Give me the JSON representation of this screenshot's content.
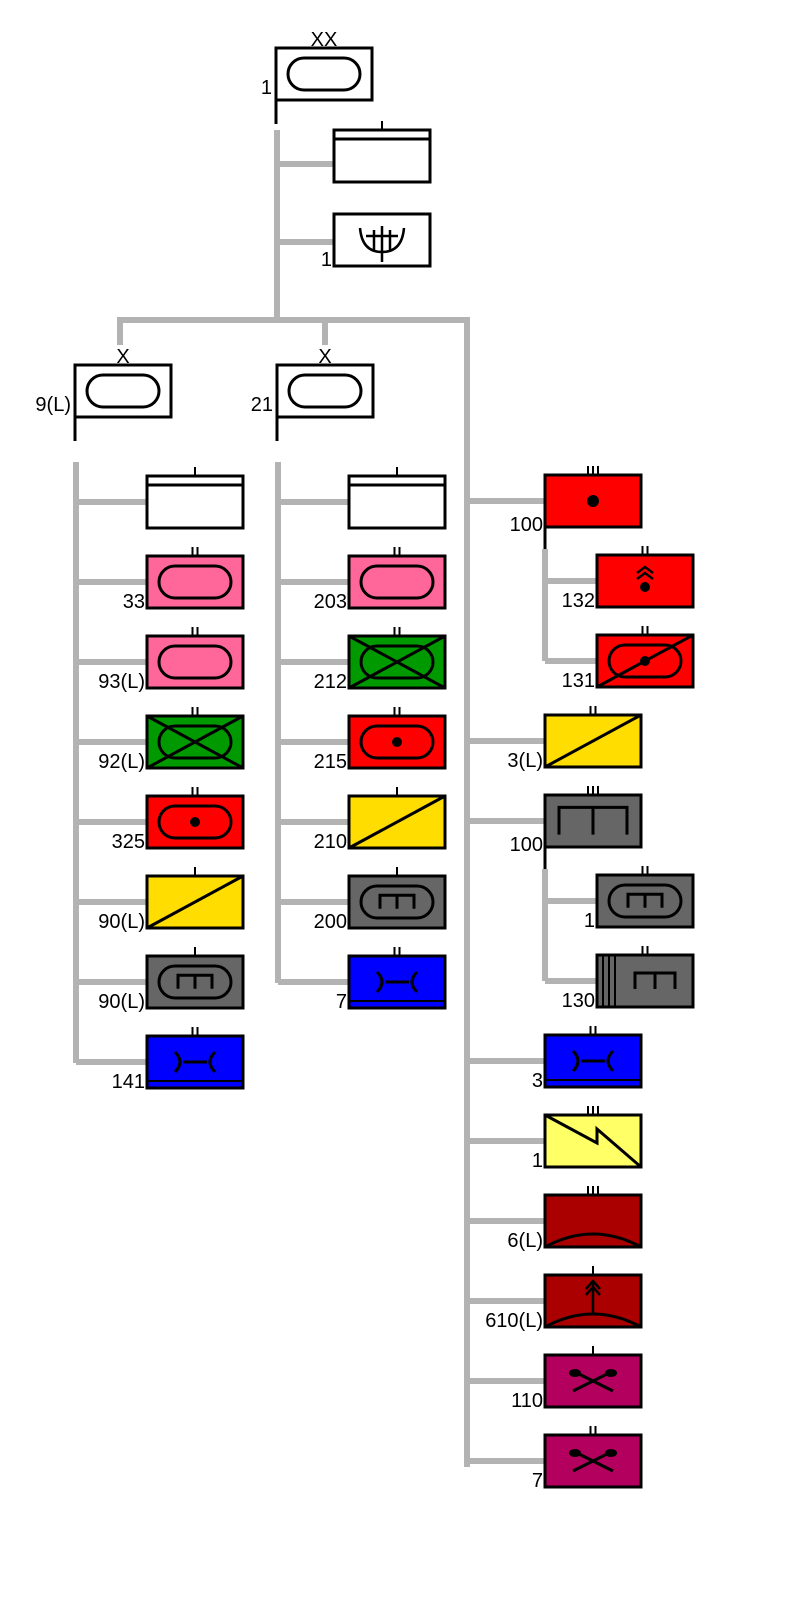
{
  "colors": {
    "connector": "#b3b3b3",
    "frame": "#000000",
    "hq": "#ffffff",
    "armor": "#ff6699",
    "infantry": "#009900",
    "artillery": "#ff0000",
    "cavalry": "#ffdd00",
    "engineer": "#666666",
    "signals": "#0000ff",
    "electronic_warfare": "#ffff66",
    "air_defense": "#aa0000",
    "logistics": "#b3005e"
  },
  "division": {
    "label": "1",
    "echelon": "XX",
    "kind": "armor",
    "children": [
      {
        "label": "",
        "kind": "hq",
        "echelon": "I"
      },
      {
        "label": "1",
        "kind": "cbrn",
        "echelon": ""
      }
    ]
  },
  "brigades": [
    {
      "label": "9(L)",
      "echelon": "X",
      "kind": "armor",
      "units": [
        {
          "label": "",
          "kind": "hq",
          "echelon": "I"
        },
        {
          "label": "33",
          "kind": "armor",
          "echelon": "II"
        },
        {
          "label": "93(L)",
          "kind": "armor",
          "echelon": "II"
        },
        {
          "label": "92(L)",
          "kind": "mech_infantry",
          "echelon": "II"
        },
        {
          "label": "325",
          "kind": "sp_artillery",
          "echelon": "II"
        },
        {
          "label": "90(L)",
          "kind": "cavalry",
          "echelon": "I"
        },
        {
          "label": "90(L)",
          "kind": "armored_engineer",
          "echelon": "I"
        },
        {
          "label": "141",
          "kind": "signals",
          "echelon": "II"
        }
      ]
    },
    {
      "label": "21",
      "echelon": "X",
      "kind": "armor",
      "units": [
        {
          "label": "",
          "kind": "hq",
          "echelon": "I"
        },
        {
          "label": "203",
          "kind": "armor",
          "echelon": "II"
        },
        {
          "label": "212",
          "kind": "mech_infantry",
          "echelon": "II"
        },
        {
          "label": "215",
          "kind": "sp_artillery",
          "echelon": "II"
        },
        {
          "label": "210",
          "kind": "cavalry",
          "echelon": "I"
        },
        {
          "label": "200",
          "kind": "armored_engineer",
          "echelon": "I"
        },
        {
          "label": "7",
          "kind": "signals",
          "echelon": "II"
        }
      ]
    }
  ],
  "divisional_units": [
    {
      "label": "100",
      "kind": "artillery",
      "echelon": "III",
      "command_post": true,
      "children": [
        {
          "label": "132",
          "kind": "rocket_artillery",
          "echelon": "II"
        },
        {
          "label": "131",
          "kind": "sp_artillery_slash",
          "echelon": "II"
        }
      ]
    },
    {
      "label": "3(L)",
      "kind": "cavalry",
      "echelon": "II"
    },
    {
      "label": "100",
      "kind": "engineer",
      "echelon": "III",
      "command_post": true,
      "children": [
        {
          "label": "1",
          "kind": "armored_engineer",
          "echelon": "II"
        },
        {
          "label": "130",
          "kind": "engineer_bridging",
          "echelon": "II"
        }
      ]
    },
    {
      "label": "3",
      "kind": "signals",
      "echelon": "II"
    },
    {
      "label": "1",
      "kind": "electronic_warfare",
      "echelon": "III"
    },
    {
      "label": "6(L)",
      "kind": "air_defense",
      "echelon": "III"
    },
    {
      "label": "610(L)",
      "kind": "air_defense_missile",
      "echelon": "I"
    },
    {
      "label": "110",
      "kind": "maintenance",
      "echelon": "I"
    },
    {
      "label": "7",
      "kind": "maintenance",
      "echelon": "II"
    }
  ]
}
